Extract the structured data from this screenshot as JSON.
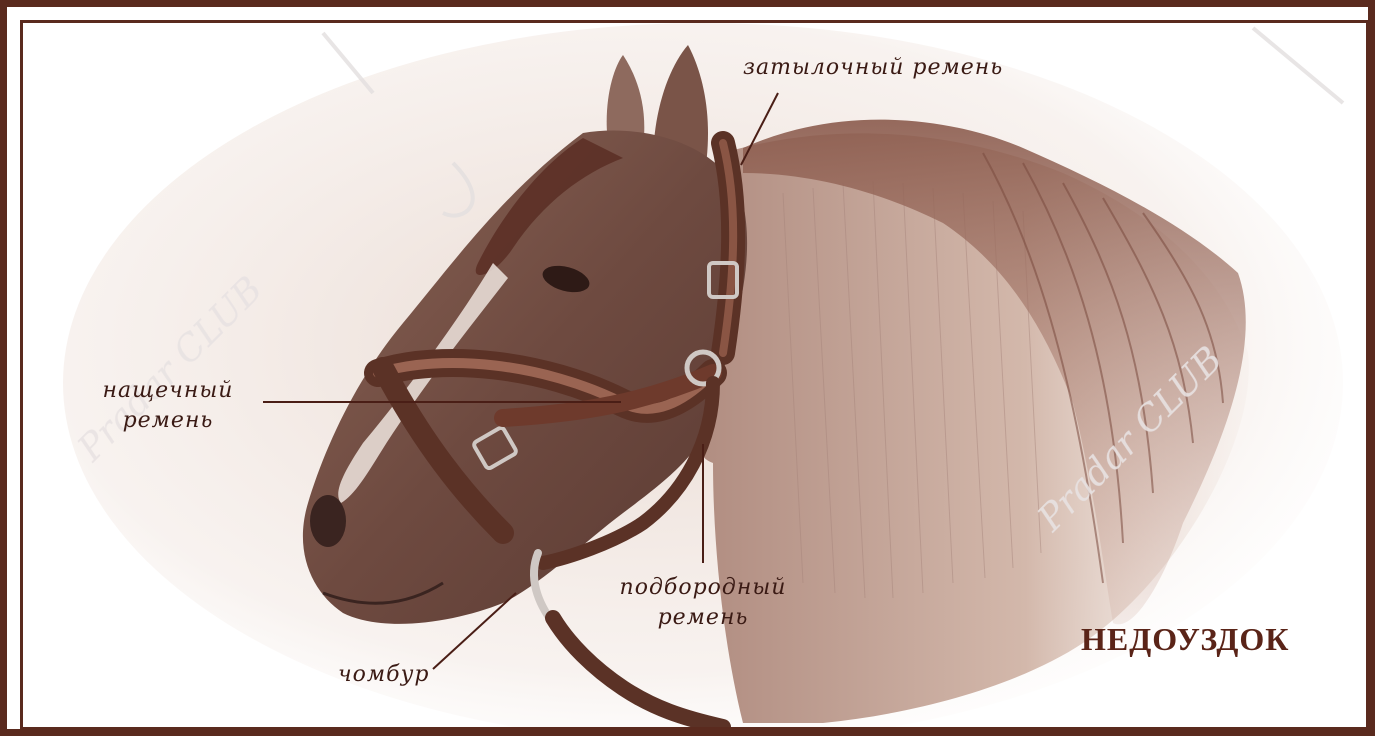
{
  "title": "НЕДОУЗДОК",
  "labels": {
    "poll_strap": "затылочный ремень",
    "noseband_line1": "нащечный",
    "noseband_line2": "ремень",
    "chin_strap_line1": "подбородный",
    "chin_strap_line2": "ремень",
    "lead_rope": "чомбур"
  },
  "watermark": "Pradar CLUB",
  "colors": {
    "frame": "#5a2a1e",
    "title": "#5a2418",
    "label_text": "#3a1a14",
    "leader_line": "#4a1e16",
    "horse_dark": "#6e4a40",
    "horse_mid": "#a27a6c",
    "horse_light": "#d8bdb0",
    "halter_leather": "#6b3a2a"
  }
}
